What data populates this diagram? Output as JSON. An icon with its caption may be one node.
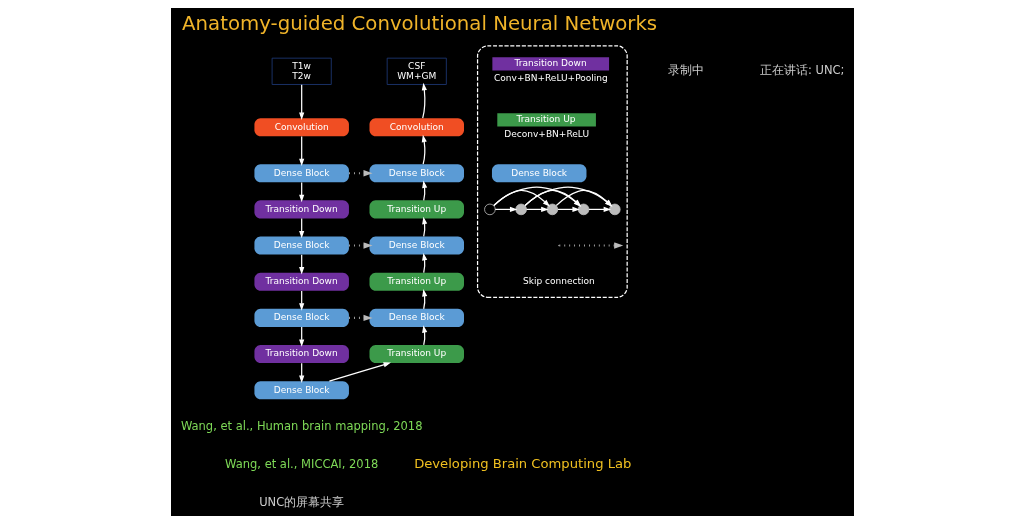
{
  "diagram": {
    "title": "Anatomy-guided Convolutional Neural Networks",
    "nodes": [
      {
        "text": [
          "T1w",
          "T2w"
        ]
      },
      {
        "text": [
          "CSF",
          "WM+GM"
        ]
      },
      {
        "text": [
          "Convolution"
        ]
      },
      {
        "text": [
          "Dense Block"
        ]
      },
      {
        "text": [
          "Transition Down"
        ]
      },
      {
        "text": [
          "Dense Block"
        ]
      },
      {
        "text": [
          "Transition Down"
        ]
      },
      {
        "text": [
          "Dense Block"
        ]
      },
      {
        "text": [
          "Transition Down"
        ]
      },
      {
        "text": [
          "Dense Block"
        ]
      },
      {
        "text": [
          "Transition Up"
        ]
      },
      {
        "text": [
          "Dense Block"
        ]
      },
      {
        "text": [
          "Transition Up"
        ]
      },
      {
        "text": [
          "Dense Block"
        ]
      },
      {
        "text": [
          "Transition Up"
        ]
      },
      {
        "text": [
          "Dense Block"
        ]
      },
      {
        "text": [
          "Convolution"
        ]
      },
      {
        "text": [],
        "shape": "box"
      },
      {
        "text": [
          "Transition Down"
        ],
        "beside": [
          "Conv+BN+ReLU+Pooling"
        ],
        "in": 17
      },
      {
        "text": [
          "Transition Up"
        ],
        "beside": [
          "Deconv+BN+ReLU"
        ],
        "in": 17
      },
      {
        "text": [
          "Dense Block"
        ],
        "in": 17
      },
      {
        "text": [],
        "shape": "circle",
        "in": 17
      },
      {
        "text": [],
        "shape": "circle",
        "in": 17
      },
      {
        "text": [],
        "shape": "circle",
        "in": 17
      },
      {
        "text": [],
        "shape": "circle",
        "in": 17
      },
      {
        "text": [],
        "shape": "circle",
        "in": 17
      }
    ],
    "edges": [
      {
        "from": 0,
        "to": 2,
        "arrow": "to"
      },
      {
        "from": 2,
        "to": 3,
        "arrow": "to"
      },
      {
        "from": 3,
        "to": 4,
        "arrow": "to"
      },
      {
        "from": 4,
        "to": 5,
        "arrow": "to"
      },
      {
        "from": 5,
        "to": 6,
        "arrow": "to"
      },
      {
        "from": 6,
        "to": 7,
        "arrow": "to"
      },
      {
        "from": 7,
        "to": 8,
        "arrow": "to"
      },
      {
        "from": 8,
        "to": 9,
        "arrow": "to"
      },
      {
        "from": 9,
        "to": 10,
        "arrow": "to"
      },
      {
        "from": 10,
        "to": 11,
        "arrow": "to"
      },
      {
        "from": 11,
        "to": 12,
        "arrow": "to"
      },
      {
        "from": 12,
        "to": 13,
        "arrow": "to"
      },
      {
        "from": 13,
        "to": 14,
        "arrow": "to"
      },
      {
        "from": 14,
        "to": 15,
        "arrow": "to"
      },
      {
        "from": 15,
        "to": 16,
        "arrow": "to"
      },
      {
        "from": 16,
        "to": 1,
        "arrow": "to"
      },
      {
        "from": 3,
        "to": 15,
        "arrow": "to",
        "style": "dashed",
        "color": "#bbbbbb"
      },
      {
        "from": 5,
        "to": 13,
        "arrow": "to",
        "style": "dashed",
        "color": "#bbbbbb"
      },
      {
        "from": 7,
        "to": 11,
        "arrow": "to",
        "style": "dashed",
        "color": "#bbbbbb"
      },
      {
        "from": 21,
        "to": 22,
        "arrow": "to"
      },
      {
        "from": 22,
        "to": 23,
        "arrow": "to"
      },
      {
        "from": 23,
        "to": 24,
        "arrow": "to"
      },
      {
        "from": 24,
        "to": 25,
        "arrow": "to"
      },
      {
        "from": 21,
        "to": 23,
        "arrow": "to"
      },
      {
        "from": 22,
        "to": 24,
        "arrow": "to"
      },
      {
        "from": 23,
        "to": 25,
        "arrow": "to"
      },
      {
        "from": 21,
        "to": 24,
        "arrow": "to"
      },
      {
        "from": 22,
        "to": 25,
        "arrow": "to"
      }
    ],
    "labels": [
      "录制中",
      "正在讲话: UNC;",
      "Wang, et al., Human brain mapping, 2018",
      "Wang, et al., MICCAI, 2018",
      "Developing Brain Computing Lab",
      "UNC的屏幕共享"
    ],
    "legend": [
      {
        "text": "Skip connection"
      }
    ]
  }
}
